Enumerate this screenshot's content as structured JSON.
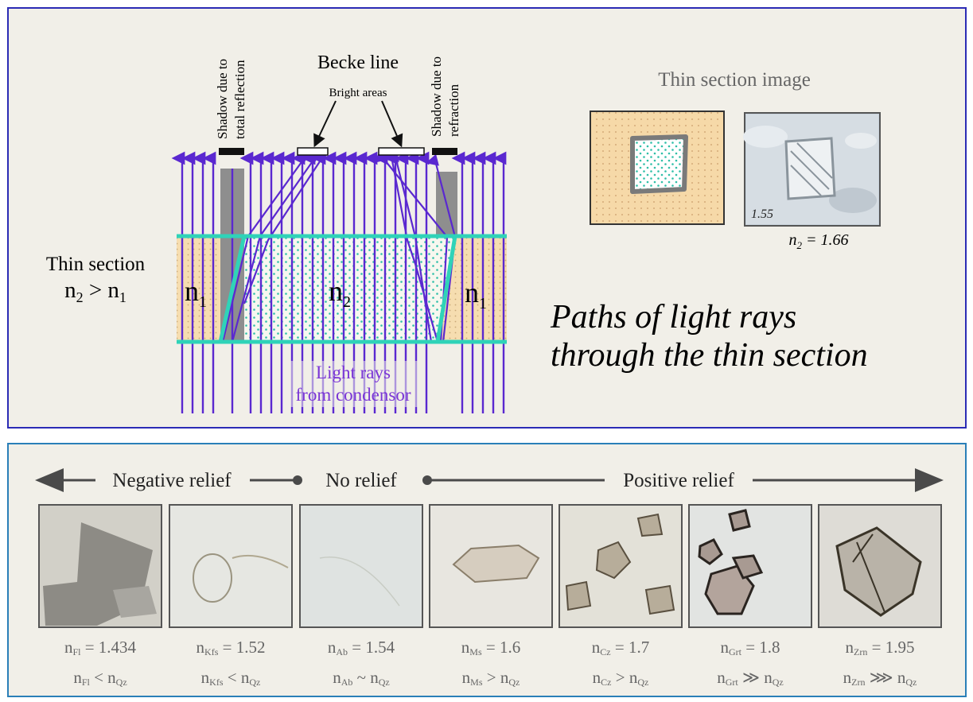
{
  "diagram": {
    "shadow_total_label": [
      "Shadow due to",
      "total reflection"
    ],
    "becke_line": "Becke line",
    "bright_areas": "Bright areas",
    "shadow_refraction_label": [
      "Shadow due to",
      "refraction"
    ],
    "thin_section_label": "Thin section",
    "relation_n": "n",
    "relation_sub2": "2",
    "relation_gt": " > ",
    "relation_sub1": "1",
    "n1_left": "n",
    "n1_left_sub": "1",
    "n2_mid": "n",
    "n2_mid_sub": "2",
    "n1_right": "n",
    "n1_right_sub": "1",
    "light_rays_label": [
      "Light rays",
      "from condensor"
    ]
  },
  "thin_section_image": {
    "title": "Thin section image",
    "value_label": "1.55",
    "n2_n": "n",
    "n2_sub": "2",
    "n2_value": " = 1.66"
  },
  "caption": [
    "Paths of light rays",
    "through the thin section"
  ],
  "relief_scale": {
    "negative": "Negative relief",
    "none": "No relief",
    "positive": "Positive relief"
  },
  "minerals": [
    {
      "sub": "Fl",
      "value": " = 1.434",
      "rel": " < "
    },
    {
      "sub": "Kfs",
      "value": " = 1.52",
      "rel": " < "
    },
    {
      "sub": "Ab",
      "value": " = 1.54",
      "rel": " ~ "
    },
    {
      "sub": "Ms",
      "value": " = 1.6",
      "rel": " > "
    },
    {
      "sub": "Cz",
      "value": " = 1.7",
      "rel": " > "
    },
    {
      "sub": "Grt",
      "value": " = 1.8",
      "rel": " ≫ "
    },
    {
      "sub": "Zrn",
      "value": " = 1.95",
      "rel": " ⋙ "
    }
  ],
  "reference_mineral": "Qz",
  "n_symbol": "n",
  "colors": {
    "ray": "#5a28d0",
    "interface": "#2fd3b8",
    "low_n": "#f6ddb0",
    "dots": "#2fbfa8",
    "label_purple": "#7a35d6",
    "arrow_gray": "#4a4a4a"
  }
}
